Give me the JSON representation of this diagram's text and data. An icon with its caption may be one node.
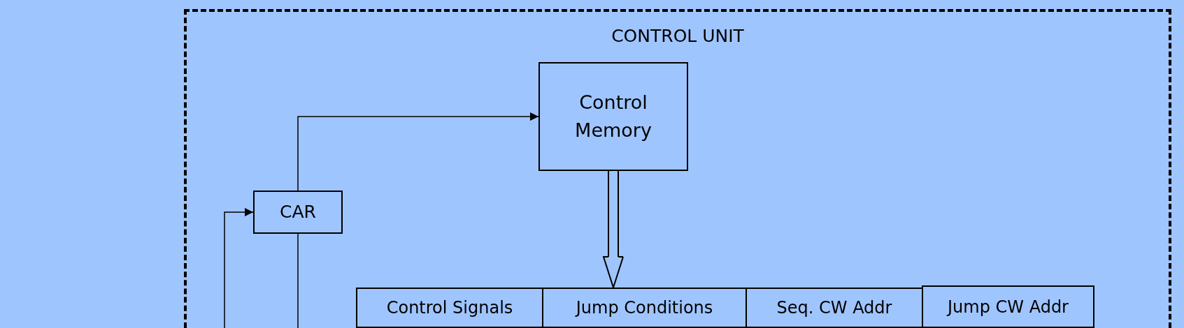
{
  "diagram": {
    "nodes": [
      {
        "text": [
          "CONTROL UNIT"
        ]
      },
      {
        "text": [
          "Control Memory"
        ],
        "in": 0
      },
      {
        "text": [
          "CAR"
        ],
        "in": 0
      },
      {
        "text": [
          "Control Signals"
        ],
        "in": 0
      },
      {
        "text": [
          "Jump Conditions"
        ],
        "in": 0
      },
      {
        "text": [
          "Seq. CW Addr"
        ],
        "in": 0
      },
      {
        "text": [
          "Jump CW Addr"
        ],
        "in": 0
      }
    ],
    "edges": [
      {
        "from": 2,
        "to": 1,
        "arrow": "to"
      },
      {
        "from": null,
        "to": 2,
        "arrow": "to"
      },
      {
        "from": 2,
        "to": null,
        "arrow": "none"
      },
      {
        "from": 1,
        "to": 4,
        "arrow": "to",
        "style": "thick"
      }
    ]
  }
}
